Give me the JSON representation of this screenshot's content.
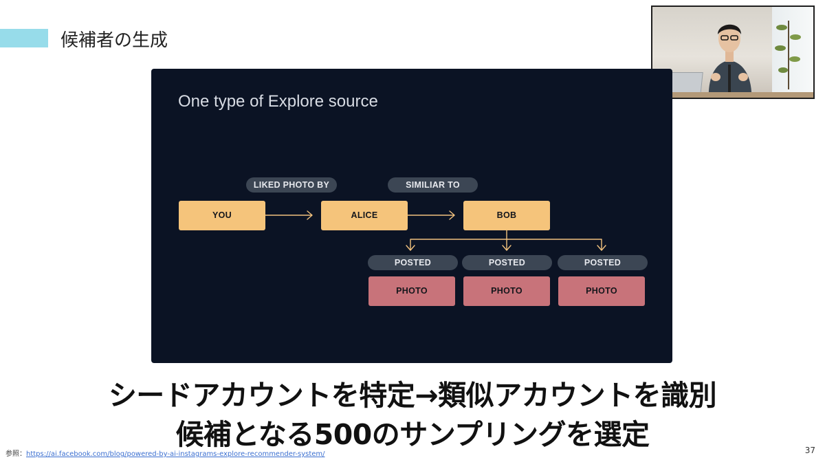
{
  "slide": {
    "title": "候補者の生成",
    "page_number": "37"
  },
  "diagram": {
    "heading": "One type of Explore source",
    "edges": {
      "liked_photo_by": "LIKED PHOTO BY",
      "similiar_to": "SIMILIAR TO",
      "posted": [
        "POSTED",
        "POSTED",
        "POSTED"
      ]
    },
    "nodes": {
      "you": "YOU",
      "alice": "ALICE",
      "bob": "BOB",
      "photos": [
        "PHOTO",
        "PHOTO",
        "PHOTO"
      ]
    },
    "colors": {
      "background": "#0b1324",
      "node": "#f5c47b",
      "photo": "#c8737a",
      "pill": "#3c4654",
      "connector": "#f2c27e"
    }
  },
  "caption": {
    "line1": "シードアカウントを特定→類似アカウントを識別",
    "line2": "候補となる500のサンプリングを選定"
  },
  "reference": {
    "label": "参照：",
    "url": "https://ai.facebook.com/blog/powered-by-ai-instagrams-explore-recommender-system/"
  },
  "video": {
    "description_icon": "speaker-video-icon"
  }
}
